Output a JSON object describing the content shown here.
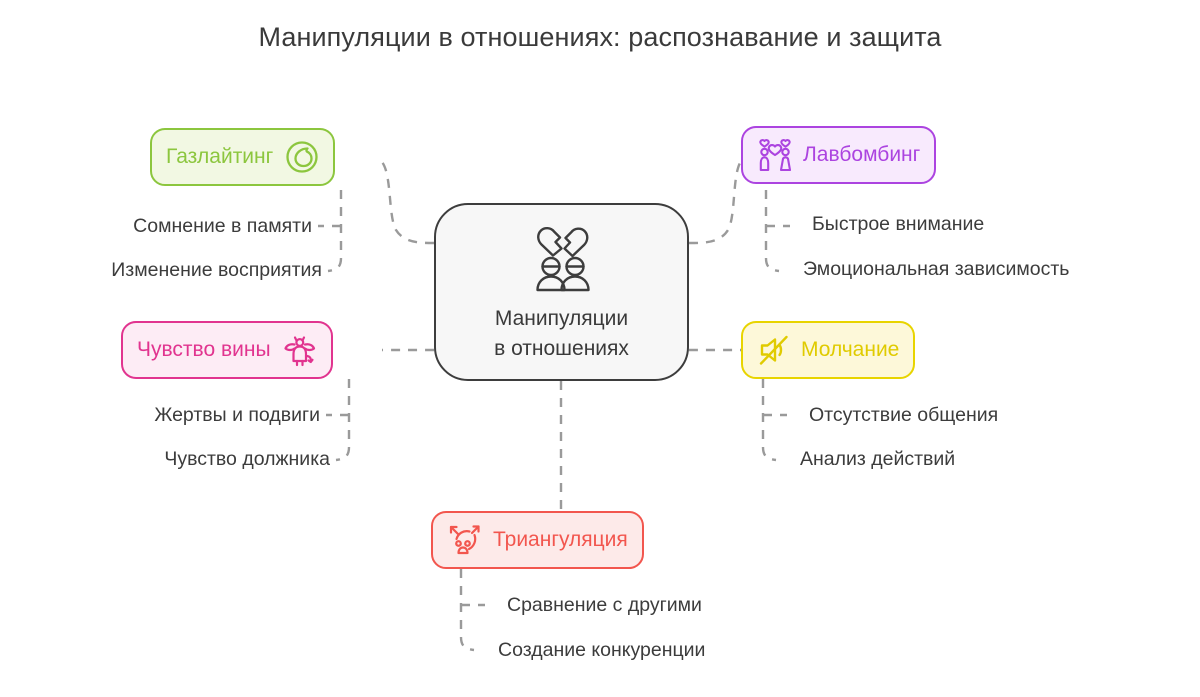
{
  "title": "Манипуляции в отношениях: распознавание и защита",
  "background_color": "#ffffff",
  "connector_color": "#9a9a9a",
  "center": {
    "label": "Манипуляции\nв отношениях",
    "icon": "broken-heart-couple-icon",
    "fill": "#f7f7f7",
    "border": "#3d3d3d",
    "text_color": "#3a3a3a"
  },
  "branches": [
    {
      "id": "gaslighting",
      "label": "Газлайтинг",
      "icon": "crescent-moon-circle-icon",
      "icon_position": "right",
      "fill": "#f2f8e3",
      "border": "#8cc63e",
      "text_color": "#8cc63e",
      "side": "left",
      "sub_items": [
        "Сомнение в памяти",
        "Изменение восприятия"
      ]
    },
    {
      "id": "guilt",
      "label": "Чувство вины",
      "icon": "angel-devil-icon",
      "icon_position": "right",
      "fill": "#fdecf5",
      "border": "#e1348f",
      "text_color": "#e1348f",
      "side": "left",
      "sub_items": [
        "Жертвы и подвиги",
        "Чувство должника"
      ]
    },
    {
      "id": "lovebombing",
      "label": "Лавбомбинг",
      "icon": "couple-hearts-icon",
      "icon_position": "left",
      "fill": "#f8eafd",
      "border": "#ac44e0",
      "text_color": "#ac44e0",
      "side": "right",
      "sub_items": [
        "Быстрое внимание",
        "Эмоциональная зависимость"
      ]
    },
    {
      "id": "silence",
      "label": "Молчание",
      "icon": "muted-speaker-icon",
      "icon_position": "left",
      "fill": "#fdf8d9",
      "border": "#e8d400",
      "text_color": "#e0cb00",
      "side": "right",
      "sub_items": [
        "Отсутствие общения",
        "Анализ действий"
      ]
    },
    {
      "id": "triangulation",
      "label": "Триангуляция",
      "icon": "triangulation-people-icon",
      "icon_position": "left",
      "fill": "#fdeae9",
      "border": "#f2564e",
      "text_color": "#f2564e",
      "side": "bottom",
      "sub_items": [
        "Сравнение с другими",
        "Создание конкуренции"
      ]
    }
  ]
}
